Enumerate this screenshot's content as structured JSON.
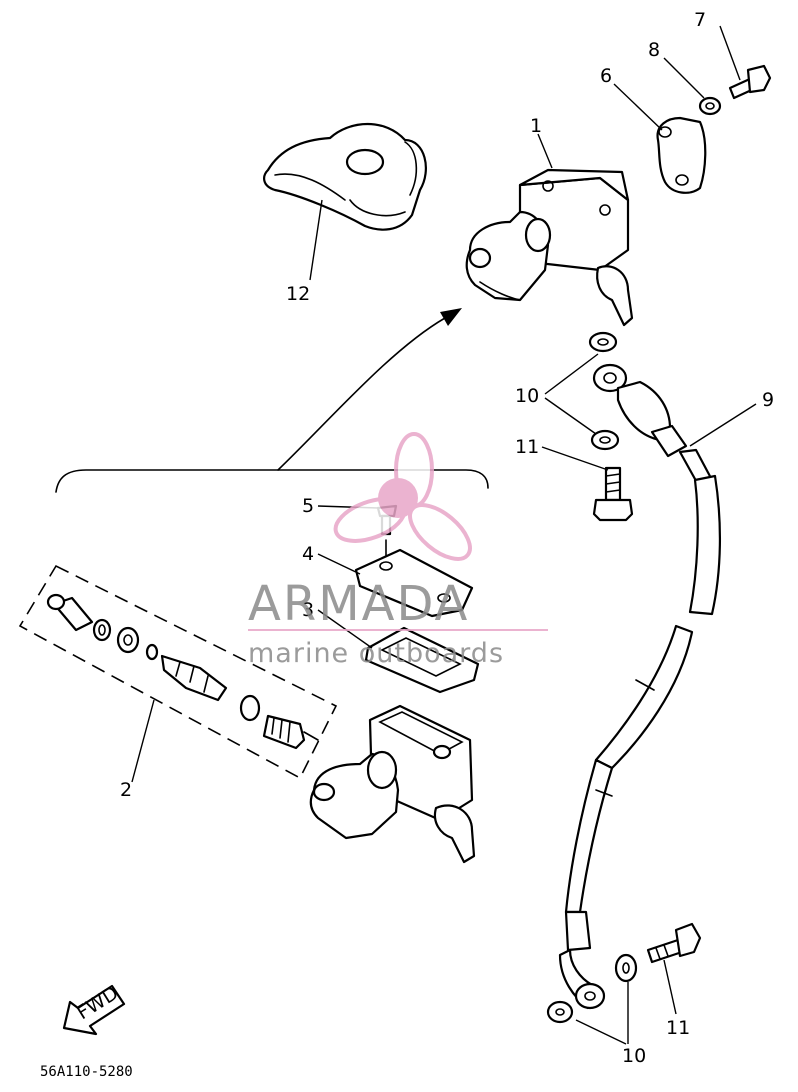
{
  "callouts": {
    "c1": "1",
    "c2": "2",
    "c3": "3",
    "c4": "4",
    "c5": "5",
    "c6": "6",
    "c7": "7",
    "c8": "8",
    "c9": "9",
    "c10a": "10",
    "c10b": "10",
    "c11a": "11",
    "c11b": "11",
    "c12": "12"
  },
  "fwd_label": "FWD",
  "diagram_code": "56A110-5280",
  "watermark": {
    "brand": "ARMADA",
    "tagline": "marine outboards",
    "accent_color": "#e8a6c8",
    "text_color": "#8a8a8a"
  }
}
